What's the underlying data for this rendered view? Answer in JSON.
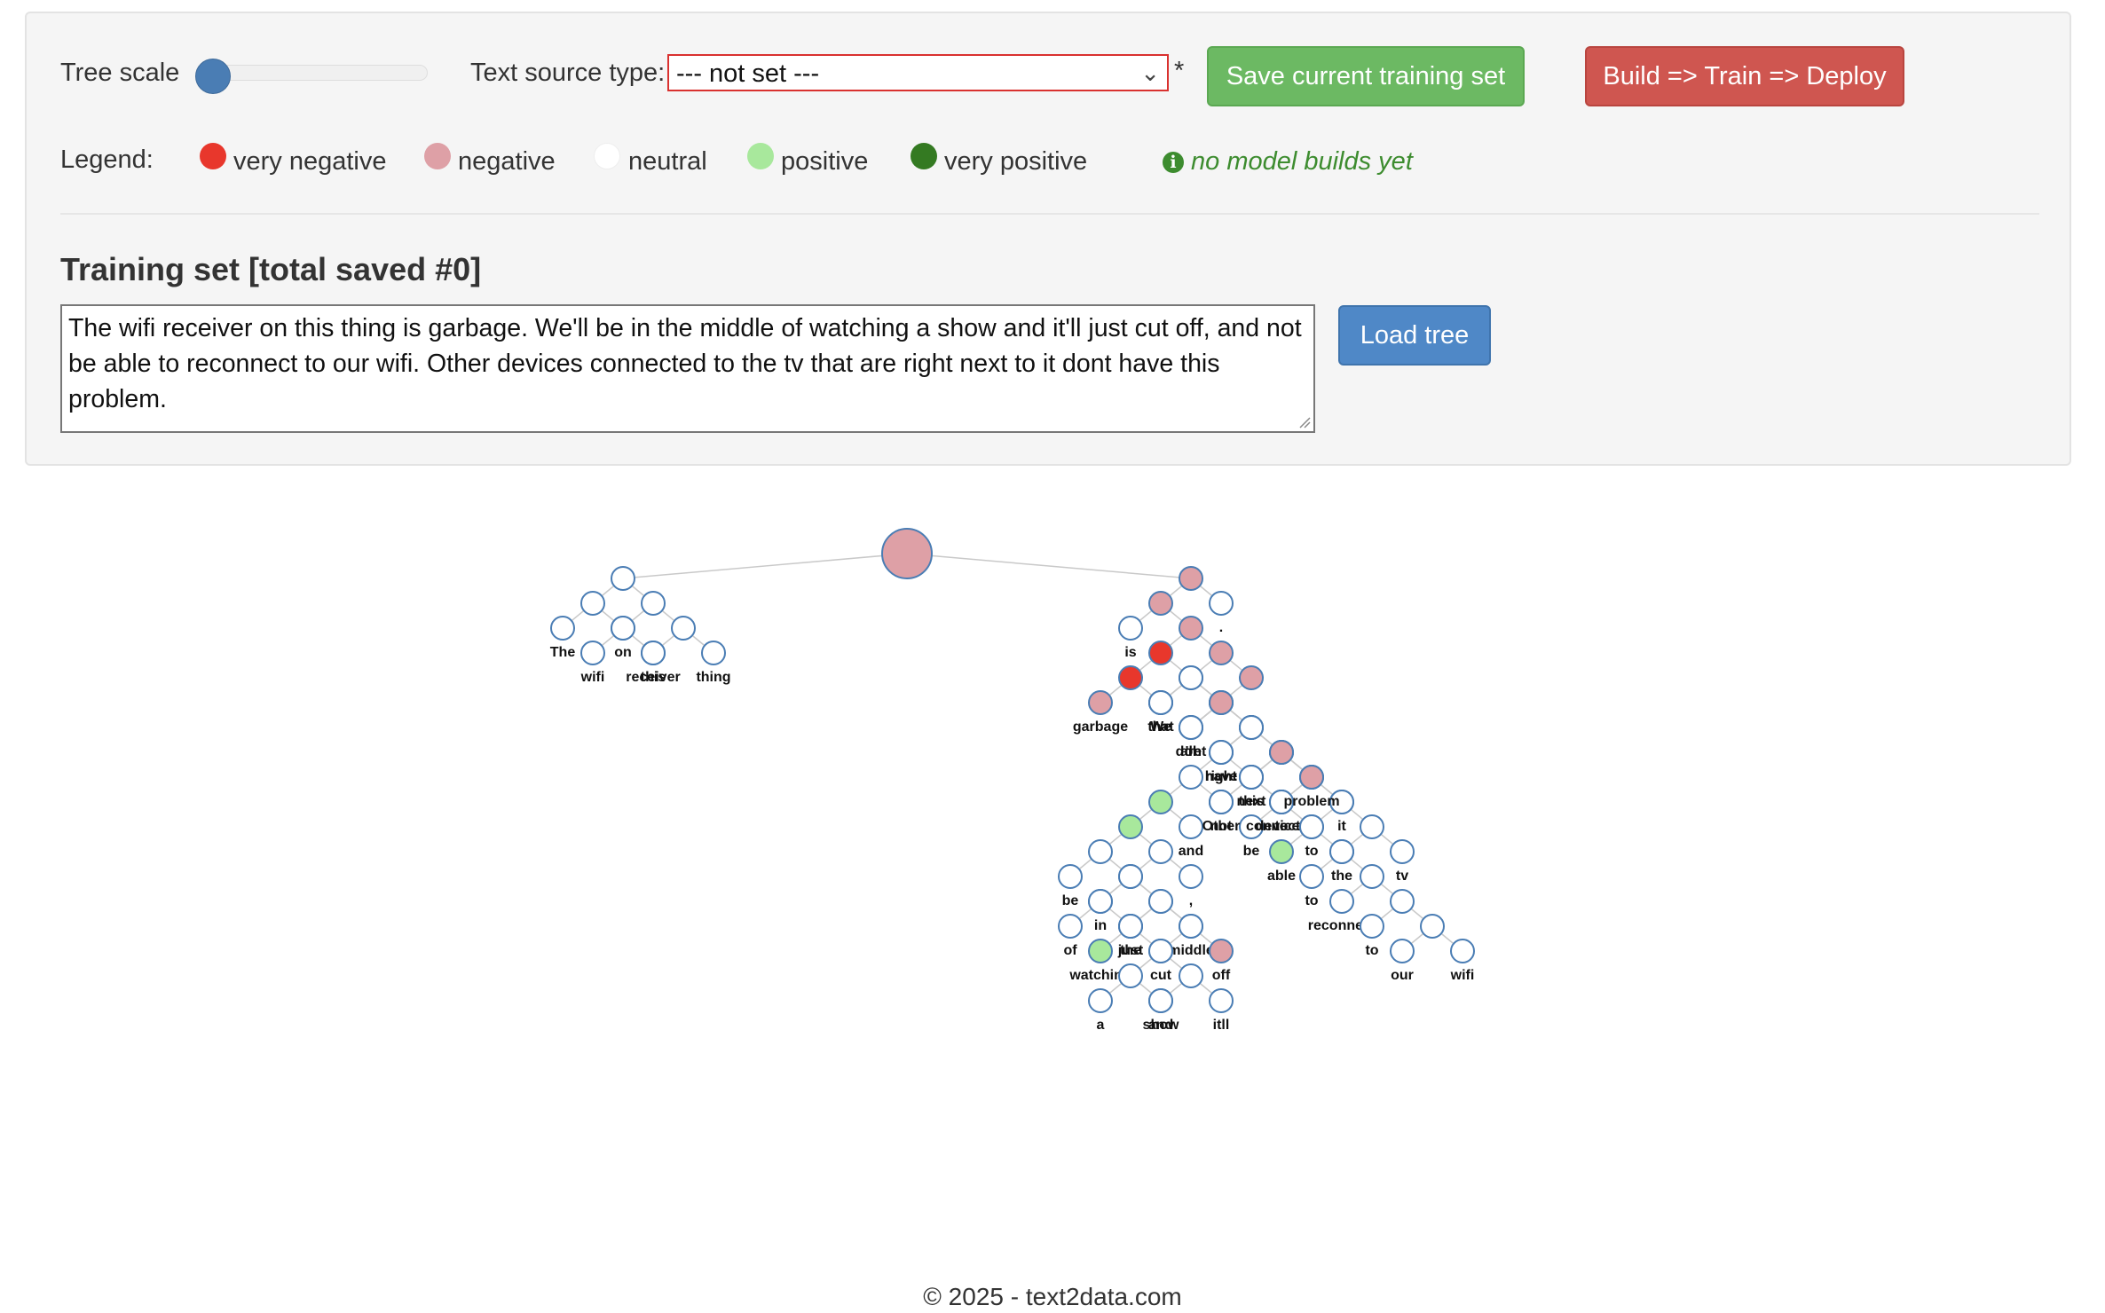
{
  "controls": {
    "tree_scale_label": "Tree scale",
    "tree_scale_value": 0,
    "text_source_label": "Text source type:",
    "text_source_selected": "--- not set ---",
    "required_mark": "*",
    "save_button": "Save current training set",
    "deploy_button": "Build => Train => Deploy"
  },
  "legend": {
    "label": "Legend:",
    "items": [
      {
        "label": "very negative",
        "color": "#e8372c"
      },
      {
        "label": "negative",
        "color": "#dea0a6"
      },
      {
        "label": "neutral",
        "color": "#ffffff"
      },
      {
        "label": "positive",
        "color": "#a8e89c"
      },
      {
        "label": "very positive",
        "color": "#347a22"
      }
    ],
    "status": "no model builds yet",
    "status_icon": "info-icon"
  },
  "training": {
    "heading": "Training set [total saved #0]",
    "text": "The wifi receiver on this thing is garbage. We'll be in the middle of watching a show and it'll just cut off, and not be able to reconnect to our wifi. Other devices connected to the tv that are right next to it dont have this problem.",
    "load_button": "Load tree"
  },
  "tree": {
    "root": {
      "s": "neg",
      "c": [
        {
          "c": [
            {
              "c": [
                {
                  "w": "The"
                },
                {
                  "c": [
                    {
                      "w": "wifi"
                    },
                    {
                      "w": "receiver"
                    }
                  ]
                }
              ]
            },
            {
              "c": [
                {
                  "w": "on"
                },
                {
                  "c": [
                    {
                      "w": "this"
                    },
                    {
                      "w": "thing"
                    }
                  ]
                }
              ]
            }
          ]
        },
        {
          "s": "neg",
          "c": [
            {
              "s": "neg",
              "c": [
                {
                  "w": "is"
                },
                {
                  "s": "neg",
                  "c": [
                    {
                      "s": "vneg",
                      "c": [
                        {
                          "s": "vneg",
                          "c": [
                            {
                              "w": "garbage",
                              "s": "neg"
                            },
                            {
                              "w": "."
                            }
                          ]
                        },
                        {
                          "s": "neg",
                          "c": [
                            {
                              "w": "We"
                            },
                            {
                              "s": "neg",
                              "c": [
                                {
                                  "w": "'ll"
                                },
                                {
                                  "c": [
                                    {
                                      "s": "pos",
                                      "c": [
                                        {
                                          "c": [
                                            {
                                              "s": "pos",
                                              "c": [
                                                {
                                                  "s": "pos",
                                                  "c": [
                                                    {
                                                      "c": [
                                                        {
                                                          "w": "be"
                                                        },
                                                        {
                                                          "c": [
                                                            {
                                                              "w": "in"
                                                            },
                                                            {
                                                              "c": [
                                                                {
                                                                  "w": "the"
                                                                },
                                                                {
                                                                  "w": "middle"
                                                                }
                                                              ]
                                                            }
                                                          ]
                                                        }
                                                      ]
                                                    },
                                                    {
                                                      "c": [
                                                        {
                                                          "c": [
                                                            {
                                                              "c": [
                                                                {
                                                                  "w": "of"
                                                                },
                                                                {
                                                                  "c": [
                                                                    {
                                                                      "w": "watching",
                                                                      "s": "pos"
                                                                    },
                                                                    {
                                                                      "c": [
                                                                        {
                                                                          "c": [
                                                                            {
                                                                              "w": "a"
                                                                            },
                                                                            {
                                                                              "w": "show"
                                                                            }
                                                                          ]
                                                                        },
                                                                        {
                                                                          "c": [
                                                                            {
                                                                              "w": "and"
                                                                            },
                                                                            {
                                                                              "w": "itll"
                                                                            }
                                                                          ]
                                                                        }
                                                                      ]
                                                                    }
                                                                  ]
                                                                }
                                                              ]
                                                            },
                                                            {
                                                              "c": [
                                                                {
                                                                  "w": "just"
                                                                },
                                                                {
                                                                  "c": [
                                                                    {
                                                                      "w": "cut"
                                                                    },
                                                                    {
                                                                      "w": "off",
                                                                      "s": "neg"
                                                                    }
                                                                  ]
                                                                }
                                                              ]
                                                            }
                                                          ]
                                                        },
                                                        {
                                                          "w": ","
                                                        }
                                                      ]
                                                    }
                                                  ]
                                                },
                                                {
                                                  "w": "and"
                                                }
                                              ]
                                            },
                                            {
                                              "w": "not",
                                              "s": "neg"
                                            }
                                          ]
                                        },
                                        {
                                          "c": [
                                            {
                                              "w": "."
                                            },
                                            {
                                              "s": "pos",
                                              "c": [
                                                {
                                                  "w": "be"
                                                },
                                                {
                                                  "s": "pos",
                                                  "c": [
                                                    {
                                                      "w": "able",
                                                      "s": "pos"
                                                    },
                                                    {
                                                      "c": [
                                                        {
                                                          "w": "to"
                                                        },
                                                        {
                                                          "c": [
                                                            {
                                                              "w": "reconnect"
                                                            },
                                                            {
                                                              "c": [
                                                                {
                                                                  "w": "to"
                                                                },
                                                                {
                                                                  "c": [
                                                                    {
                                                                      "w": "our"
                                                                    },
                                                                    {
                                                                      "w": "wifi"
                                                                    }
                                                                  ]
                                                                }
                                                              ]
                                                            }
                                                          ]
                                                        }
                                                      ]
                                                    }
                                                  ]
                                                }
                                              ]
                                            }
                                          ]
                                        }
                                      ]
                                    },
                                    {
                                      "c": [
                                        {
                                          "c": [
                                            {
                                              "w": "Other"
                                            },
                                            {
                                              "w": "devices"
                                            }
                                          ]
                                        },
                                        {
                                          "c": [
                                            {
                                              "w": "connected"
                                            },
                                            {
                                              "c": [
                                                {
                                                  "w": "to"
                                                },
                                                {
                                                  "c": [
                                                    {
                                                      "w": "the"
                                                    },
                                                    {
                                                      "w": "tv"
                                                    }
                                                  ]
                                                }
                                              ]
                                            }
                                          ]
                                        }
                                      ]
                                    }
                                  ]
                                }
                              ]
                            }
                          ]
                        }
                      ]
                    },
                    {
                      "s": "neg",
                      "c": [
                        {
                          "c": [
                            {
                              "w": "that"
                            },
                            {
                              "c": [
                                {
                                  "w": "are"
                                },
                                {
                                  "c": [
                                    {
                                      "w": "right",
                                      "s": "pos"
                                    },
                                    {
                                      "c": [
                                        {
                                          "w": "next"
                                        },
                                        {
                                          "c": [
                                            {
                                              "w": "to"
                                            },
                                            {
                                              "w": "it"
                                            }
                                          ]
                                        }
                                      ]
                                    }
                                  ]
                                }
                              ]
                            }
                          ]
                        },
                        {
                          "s": "neg",
                          "c": [
                            {
                              "s": "neg",
                              "c": [
                                {
                                  "w": "dont"
                                },
                                {
                                  "c": [
                                    {
                                      "w": "have"
                                    },
                                    {
                                      "s": "neg",
                                      "c": [
                                        {
                                          "w": "this"
                                        },
                                        {
                                          "w": "problem",
                                          "s": "neg"
                                        }
                                      ]
                                    }
                                  ]
                                }
                              ]
                            }
                          ]
                        }
                      ]
                    }
                  ]
                }
              ]
            },
            {
              "w": "."
            }
          ]
        }
      ]
    },
    "colors": {
      "vneg": "#e8372c",
      "neg": "#dea0a6",
      "neu": "#ffffff",
      "pos": "#a8e89c",
      "vpos": "#347a22"
    }
  },
  "footer": "© 2025 - text2data.com"
}
